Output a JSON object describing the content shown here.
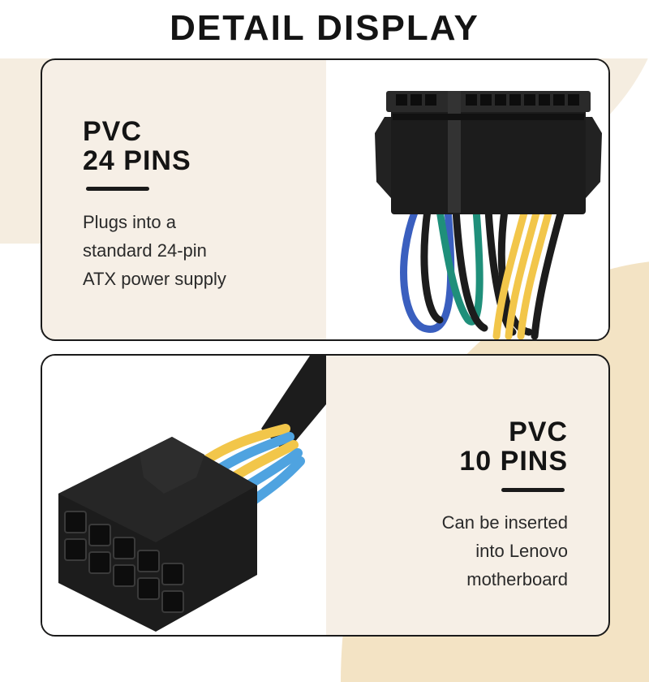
{
  "title": "DETAIL DISPLAY",
  "colors": {
    "background_cream": "#f6efe6",
    "accent_tan": "#f3e3c4",
    "text_dark": "#141414",
    "wire_yellow": "#f2c64a",
    "wire_blue": "#3a5fbf",
    "wire_light_blue": "#4fa3e0",
    "wire_green": "#1f8f7a",
    "connector_black": "#1c1c1c"
  },
  "cards": [
    {
      "heading_line1": "PVC",
      "heading_line2": "24 PINS",
      "description_lines": [
        "Plugs into a",
        "standard 24-pin",
        "ATX power supply"
      ],
      "image": "24-pin-atx-connector"
    },
    {
      "heading_line1": "PVC",
      "heading_line2": "10 PINS",
      "description_lines": [
        "Can be inserted",
        "into Lenovo",
        "motherboard"
      ],
      "image": "10-pin-connector"
    }
  ]
}
